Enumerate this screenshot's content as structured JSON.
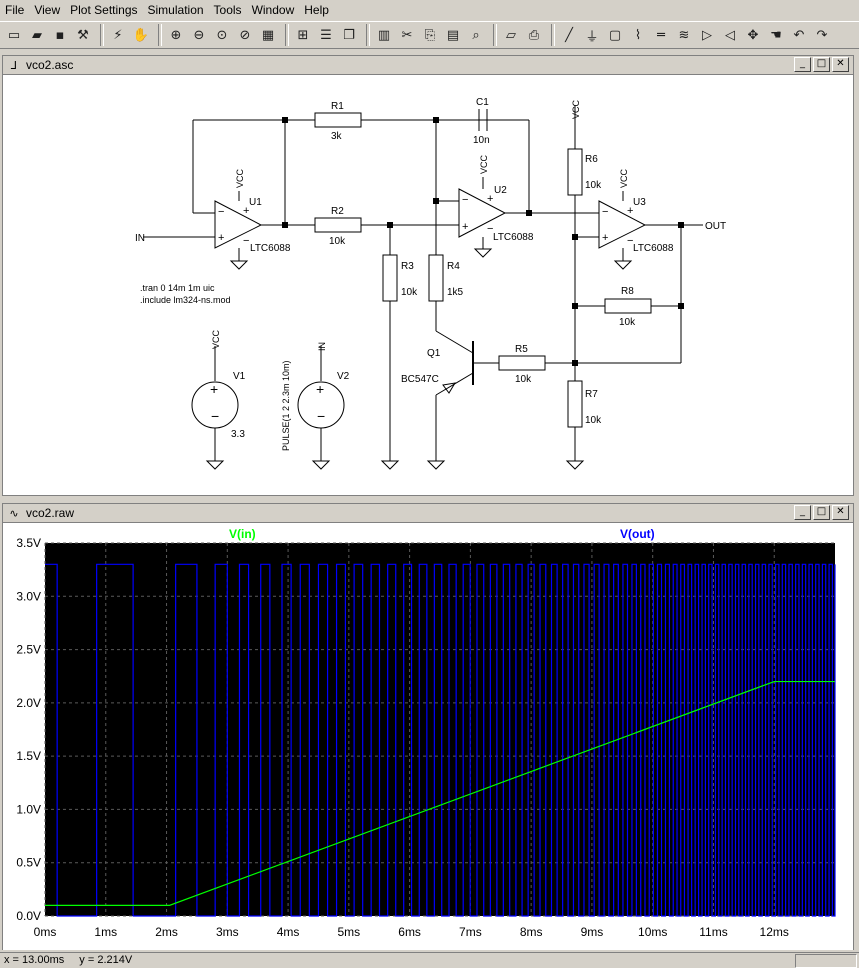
{
  "menu": [
    "File",
    "View",
    "Plot Settings",
    "Simulation",
    "Tools",
    "Window",
    "Help"
  ],
  "toolbar_icons": [
    "new-schematic-icon",
    "open-icon",
    "save-icon",
    "control-panel-icon",
    "run-icon",
    "halt-icon",
    "zoom-in-icon",
    "zoom-out-icon",
    "zoom-fit-icon",
    "zoom-cancel-icon",
    "autorange-icon",
    "markers-icon",
    "tile-horizontal-icon",
    "cascade-icon",
    "tile-vertical-icon",
    "cut-icon",
    "copy-icon",
    "paste-icon",
    "find-icon",
    "print-preview-icon",
    "print-icon",
    "wire-icon",
    "ground-icon",
    "label-icon",
    "resistor-icon",
    "capacitor-icon",
    "inductor-icon",
    "diode-icon",
    "component-icon",
    "move-icon",
    "drag-icon",
    "undo-icon",
    "redo-icon"
  ],
  "schematic": {
    "title": "vco2.asc",
    "labels": {
      "r1": "R1",
      "r1_val": "3k",
      "c1": "C1",
      "c1_val": "10n",
      "r2": "R2",
      "r2_val": "10k",
      "r3": "R3",
      "r3_val": "10k",
      "r4": "R4",
      "r4_val": "1k5",
      "r5": "R5",
      "r5_val": "10k",
      "r6": "R6",
      "r6_val": "10k",
      "r7": "R7",
      "r7_val": "10k",
      "r8": "R8",
      "r8_val": "10k",
      "u1": "U1",
      "u1_part": "LTC6088",
      "u2": "U2",
      "u2_part": "LTC6088",
      "u3": "U3",
      "u3_part": "LTC6088",
      "q1": "Q1",
      "q1_part": "BC547C",
      "v1": "V1",
      "v1_val": "3.3",
      "v2": "V2",
      "v2_val": "PULSE(1 2 2.3m 10m)",
      "vcc": "VCC",
      "in": "IN",
      "out": "OUT",
      "directive1": ".tran 0 14m 1m uic",
      "directive2": ".include lm324-ns.mod"
    }
  },
  "waveform": {
    "title": "vco2.raw",
    "trace_labels": {
      "in": "V(in)",
      "out": "V(out)"
    },
    "colors": {
      "in": "#00ff00",
      "out": "#0000ff",
      "grid": "#5a5a5a",
      "axis_text": "#000000"
    }
  },
  "chart_data": {
    "type": "line",
    "xlabel": "",
    "ylabel": "",
    "xlim": [
      0,
      13
    ],
    "ylim": [
      0,
      3.5
    ],
    "x_ticks": [
      "0ms",
      "1ms",
      "2ms",
      "3ms",
      "4ms",
      "5ms",
      "6ms",
      "7ms",
      "8ms",
      "9ms",
      "10ms",
      "11ms",
      "12ms"
    ],
    "y_ticks": [
      "0.0V",
      "0.5V",
      "1.0V",
      "1.5V",
      "2.0V",
      "2.5V",
      "3.0V",
      "3.5V"
    ],
    "series": [
      {
        "name": "V(in)",
        "x": [
          0,
          2.0,
          2.05,
          12.0,
          13.0
        ],
        "y": [
          0.1,
          0.1,
          0.1,
          2.2,
          2.2
        ]
      },
      {
        "name": "V(out)",
        "high": 3.3,
        "low": 0.0,
        "edges_ms": [
          0.0,
          0.2,
          0.85,
          1.45,
          2.15,
          2.5,
          2.8,
          3.0,
          3.2,
          3.35,
          3.55,
          3.7,
          3.9,
          4.05,
          4.2,
          4.35,
          4.5,
          4.65
        ]
      }
    ]
  },
  "status": {
    "x": "x = 13.00ms",
    "y": "y = 2.214V"
  }
}
